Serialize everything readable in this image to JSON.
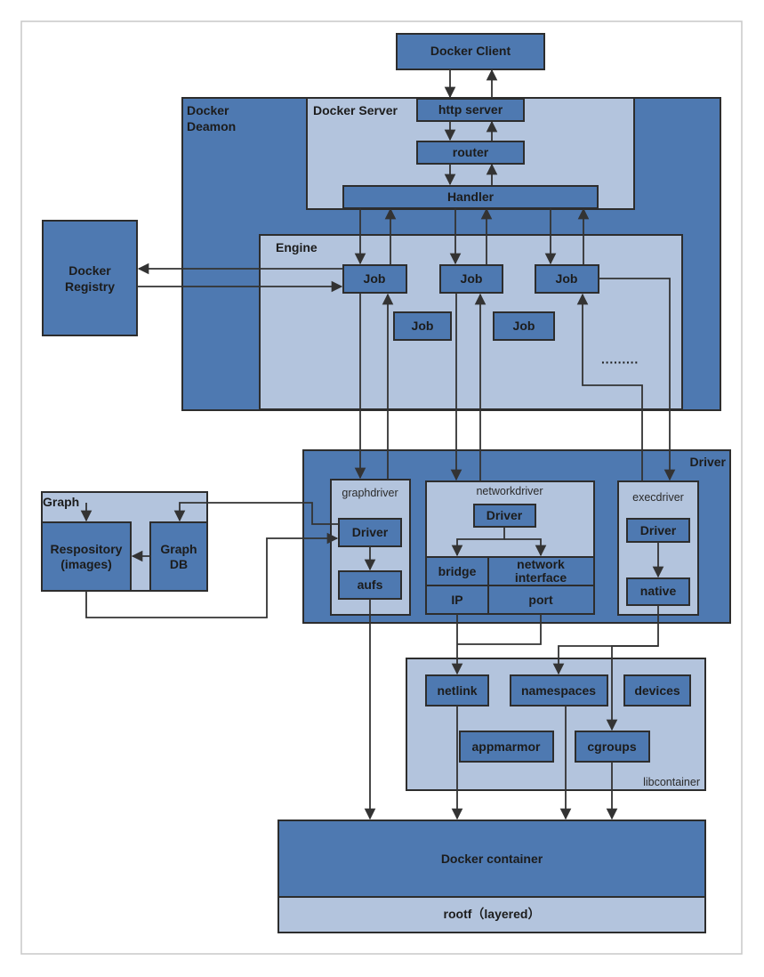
{
  "labels": {
    "docker_client": "Docker Client",
    "docker_deamon_1": "Docker",
    "docker_deamon_2": "Deamon",
    "docker_server": "Docker Server",
    "http_server": "http server",
    "router": "router",
    "handler": "Handler",
    "engine": "Engine",
    "job": "Job",
    "ellipsis": "·········",
    "docker_registry_1": "Docker",
    "docker_registry_2": "Registry",
    "driver_group": "Driver",
    "graphdriver": "graphdriver",
    "networkdriver": "networkdriver",
    "execdriver": "execdriver",
    "driver": "Driver",
    "aufs": "aufs",
    "bridge": "bridge",
    "network_interface_1": "network",
    "network_interface_2": "interface",
    "ip": "IP",
    "port": "port",
    "native": "native",
    "graph": "Graph",
    "repository_1": "Respository",
    "repository_2": "(images)",
    "graph_db_1": "Graph",
    "graph_db_2": "DB",
    "netlink": "netlink",
    "namespaces": "namespaces",
    "devices": "devices",
    "appmarmor": "appmarmor",
    "cgroups": "cgroups",
    "libcontainer": "libcontainer",
    "docker_container": "Docker container",
    "rootf": "rootf（layered）"
  },
  "colors": {
    "box_dark": "#4e79b1",
    "box_light": "#b3c4dd",
    "stroke": "#2d2d2d",
    "arrow": "#333333"
  }
}
